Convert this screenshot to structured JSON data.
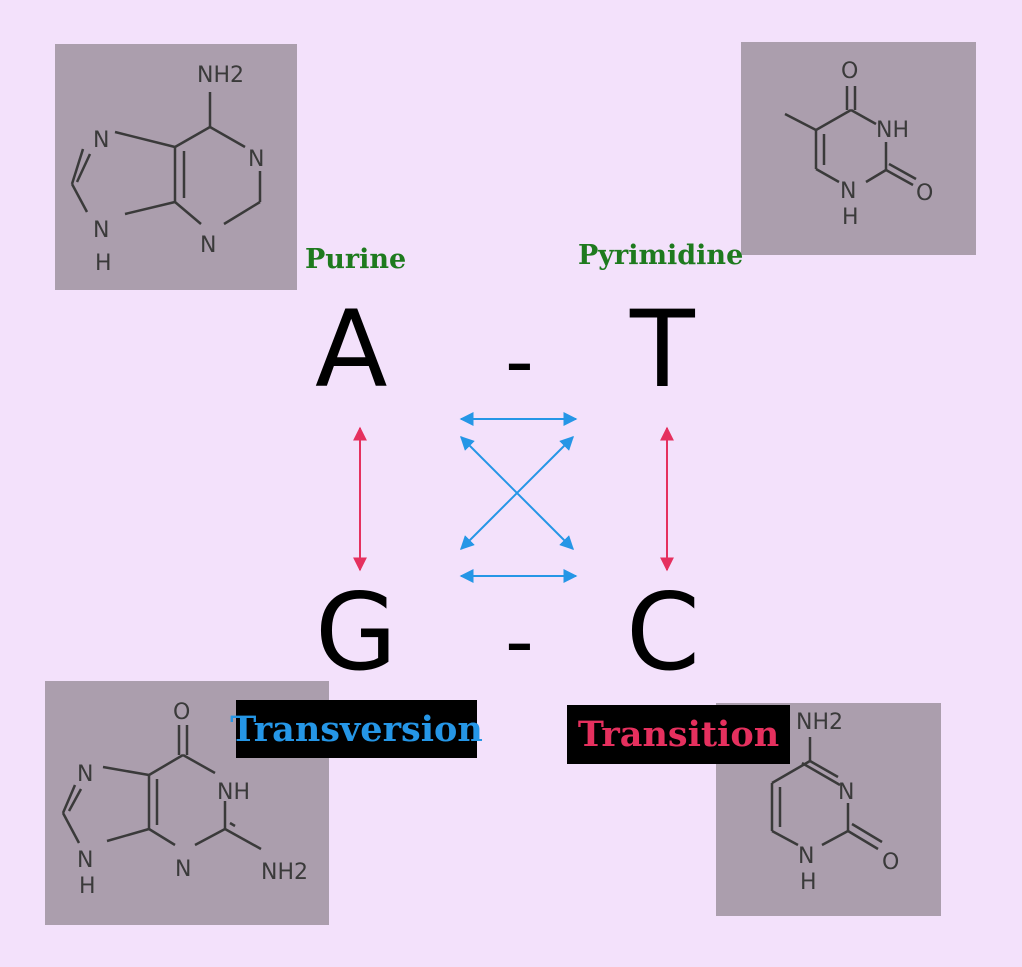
{
  "bases": {
    "A": "A",
    "T": "T",
    "G": "G",
    "C": "C",
    "pair_dash_top": "-",
    "pair_dash_bottom": "-"
  },
  "classes": {
    "purine": "Purine",
    "pyrimidine": "Pyrimidine"
  },
  "legend": {
    "transversion": "Transversion",
    "transition": "Transition"
  },
  "molecules": {
    "adenine": {
      "atoms": [
        "NH2",
        "N",
        "N",
        "N",
        "N",
        "H"
      ]
    },
    "thymine": {
      "atoms": [
        "O",
        "NH",
        "O",
        "N",
        "H"
      ]
    },
    "guanine": {
      "atoms": [
        "O",
        "N",
        "NH",
        "N",
        "N",
        "H",
        "NH2"
      ]
    },
    "cytosine": {
      "atoms": [
        "NH2",
        "N",
        "O",
        "N",
        "H"
      ]
    }
  },
  "colors": {
    "background": "#f3e1fb",
    "panel": "#ab9ead",
    "transversion": "#2596e6",
    "transition": "#e5305e",
    "class_label": "#1e7a1e"
  }
}
